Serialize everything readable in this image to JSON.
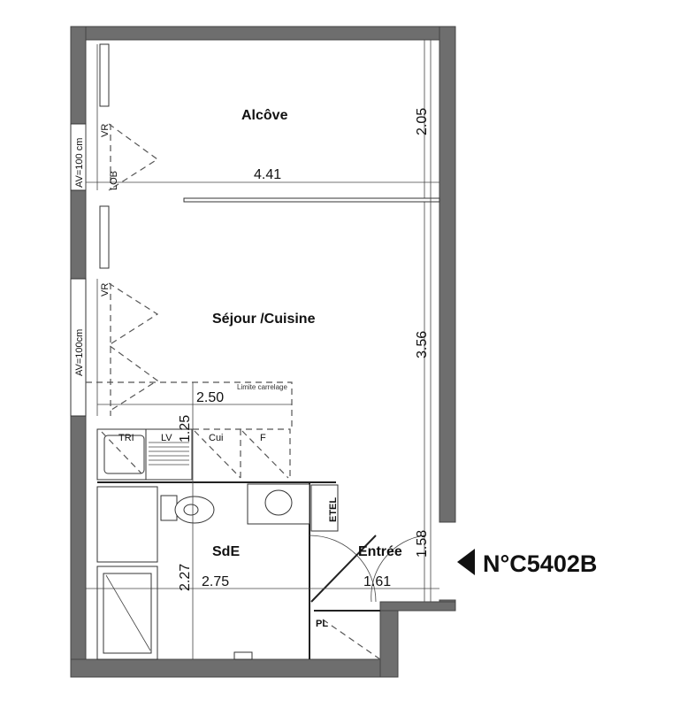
{
  "plan": {
    "rooms": {
      "alcove": "Alcôve",
      "sejour": "Séjour /Cuisine",
      "sde": "SdE",
      "entree": "Entrée"
    },
    "dimensions": {
      "alcove_width": "4.41",
      "alcove_depth": "2.05",
      "sejour_depth": "3.56",
      "kitchen_width": "2.50",
      "kitchen_depth": "1.25",
      "sde_depth": "2.27",
      "sde_width": "2.75",
      "entree_width": "1.61",
      "entree_depth": "1.58"
    },
    "labels": {
      "window_1": "AV=100 cm",
      "window_2": "AV=100cm",
      "vr_1": "VR",
      "vr_2": "VR",
      "lob": "LOB",
      "tile_limit": "Limite carrelage",
      "tri": "TRI",
      "lv": "LV",
      "cui": "Cui",
      "f": "F",
      "etel": "ETEL",
      "pl": "PL"
    },
    "lot_number": "N°C5402B"
  }
}
